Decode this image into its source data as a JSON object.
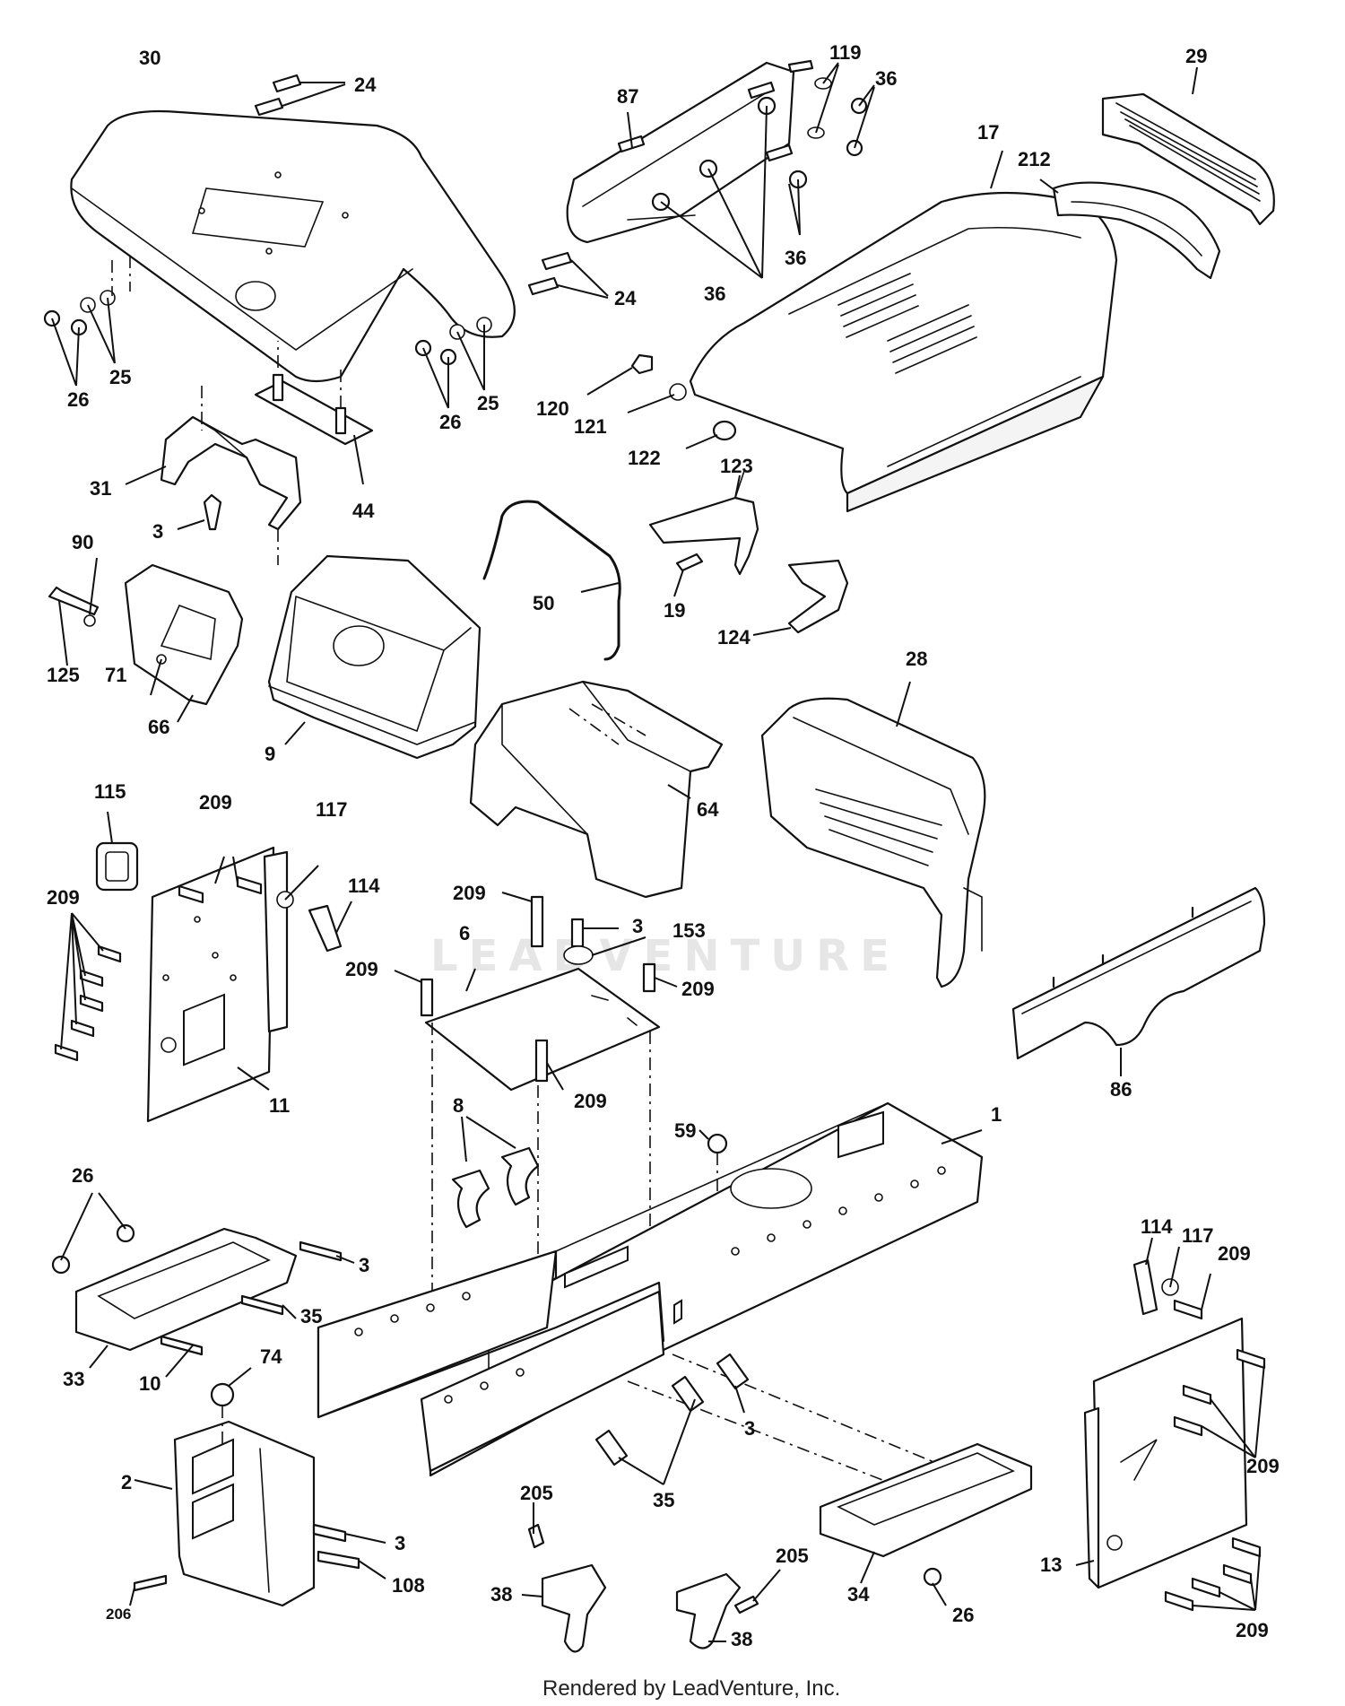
{
  "diagram": {
    "credit": "Rendered by LeadVenture, Inc.",
    "watermark": "LEADVENTURE",
    "callouts": {
      "c1": "1",
      "c2": "2",
      "c3a": "3",
      "c3b": "3",
      "c3c": "3",
      "c3d": "3",
      "c3e": "3",
      "c6": "6",
      "c8": "8",
      "c9": "9",
      "c10": "10",
      "c11": "11",
      "c13": "13",
      "c17": "17",
      "c19": "19",
      "c24a": "24",
      "c24b": "24",
      "c25a": "25",
      "c25b": "25",
      "c26a": "26",
      "c26b": "26",
      "c26c": "26",
      "c26d": "26",
      "c28": "28",
      "c29": "29",
      "c30": "30",
      "c31": "31",
      "c33": "33",
      "c34": "34",
      "c35a": "35",
      "c35b": "35",
      "c36a": "36",
      "c36b": "36",
      "c36c": "36",
      "c38a": "38",
      "c38b": "38",
      "c44": "44",
      "c50": "50",
      "c59": "59",
      "c64": "64",
      "c66": "66",
      "c71": "71",
      "c74": "74",
      "c86": "86",
      "c87": "87",
      "c90": "90",
      "c108": "108",
      "c114a": "114",
      "c114b": "114",
      "c115": "115",
      "c117a": "117",
      "c117b": "117",
      "c119": "119",
      "c120": "120",
      "c121": "121",
      "c122": "122",
      "c123": "123",
      "c124": "124",
      "c125": "125",
      "c153": "153",
      "c205a": "205",
      "c205b": "205",
      "c206": "206",
      "c209a": "209",
      "c209b": "209",
      "c209c": "209",
      "c209d": "209",
      "c209e": "209",
      "c209f": "209",
      "c209g": "209",
      "c209h": "209",
      "c209i": "209",
      "c212": "212"
    }
  }
}
